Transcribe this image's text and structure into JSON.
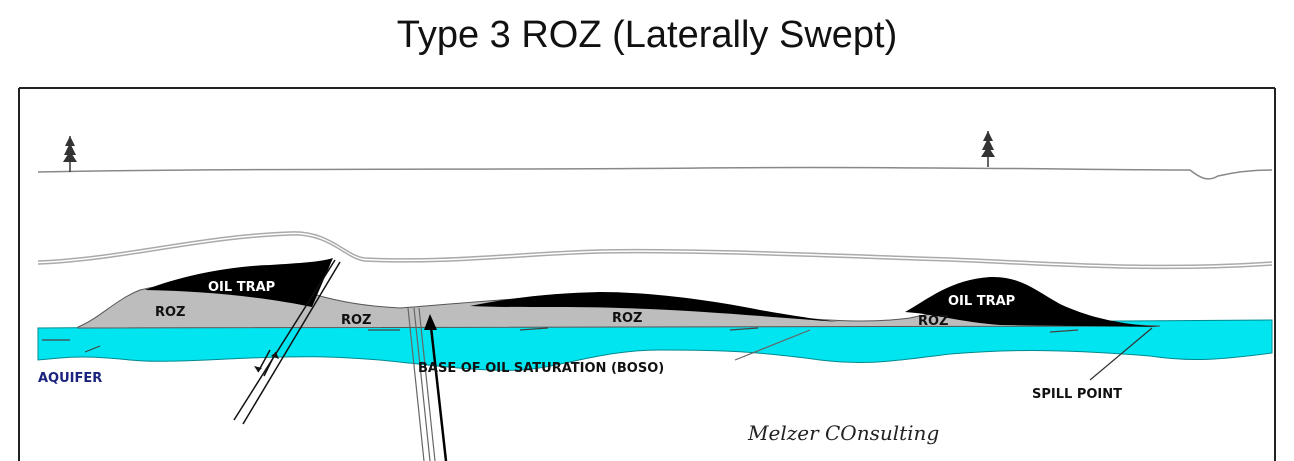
{
  "title": "Type 3 ROZ (Laterally Swept)",
  "colors": {
    "oil": "#000000",
    "roz": "#bdbdbd",
    "aquifer": "#00e5f0",
    "strata_line": "#aaaaaa",
    "frame": "#222222"
  },
  "labels": {
    "oil_trap_left": "OIL TRAP",
    "oil_trap_right": "OIL TRAP",
    "roz_1": "ROZ",
    "roz_2": "ROZ",
    "roz_3": "ROZ",
    "roz_4": "ROZ",
    "aquifer": "AQUIFER",
    "boso": "BASE OF OIL SATURATION (BOSO)",
    "spill_point": "SPILL POINT"
  },
  "credit": "Melzer COnsulting",
  "icons": [
    "tree-icon",
    "tree-icon"
  ]
}
